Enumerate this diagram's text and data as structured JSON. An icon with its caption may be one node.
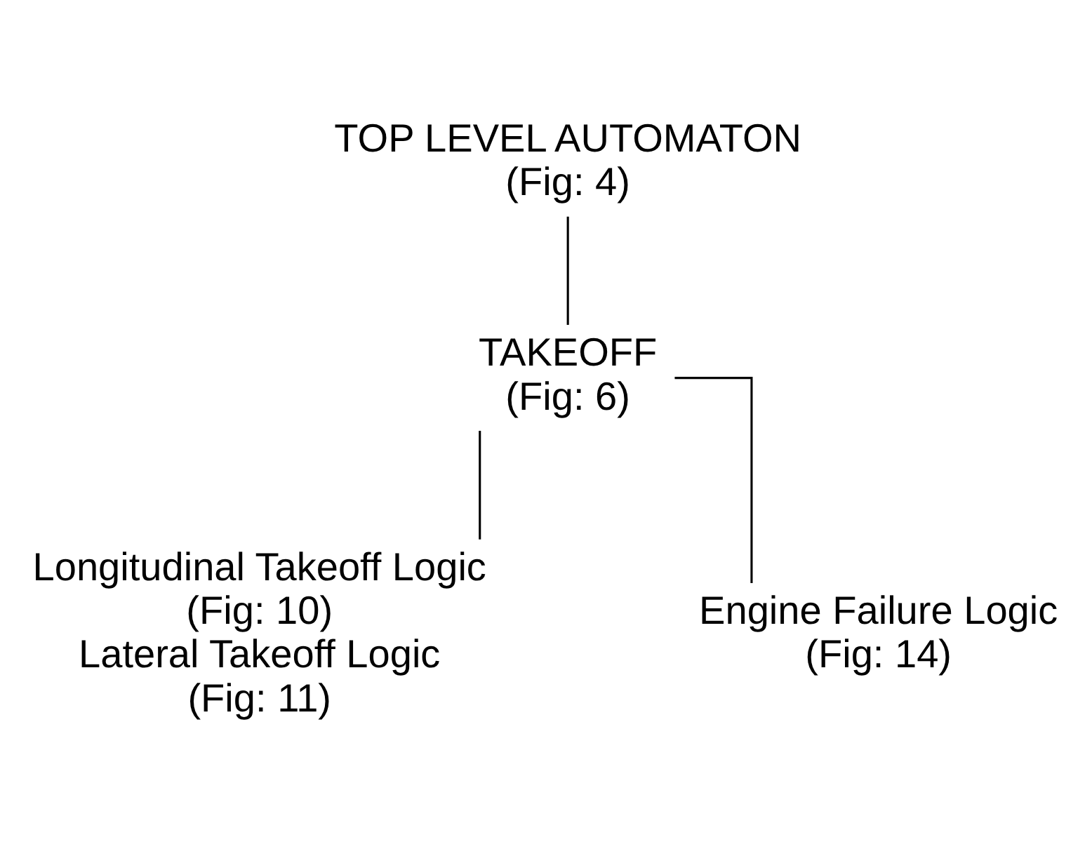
{
  "diagram": {
    "nodes": [
      {
        "text": [
          "TOP LEVEL AUTOMATON",
          "(Fig: 4)"
        ]
      },
      {
        "text": [
          "TAKEOFF",
          "(Fig: 6)"
        ]
      },
      {
        "text": [
          "Longitudinal Takeoff Logic",
          "(Fig: 10)",
          "Lateral Takeoff Logic",
          "(Fig: 11)"
        ]
      },
      {
        "text": [
          "Engine Failure Logic",
          "(Fig: 14)"
        ]
      }
    ],
    "edges": [
      {
        "from": 0,
        "to": 1,
        "arrow": "none"
      },
      {
        "from": 1,
        "to": 2,
        "arrow": "none"
      },
      {
        "from": 1,
        "to": 3,
        "arrow": "none"
      }
    ]
  }
}
